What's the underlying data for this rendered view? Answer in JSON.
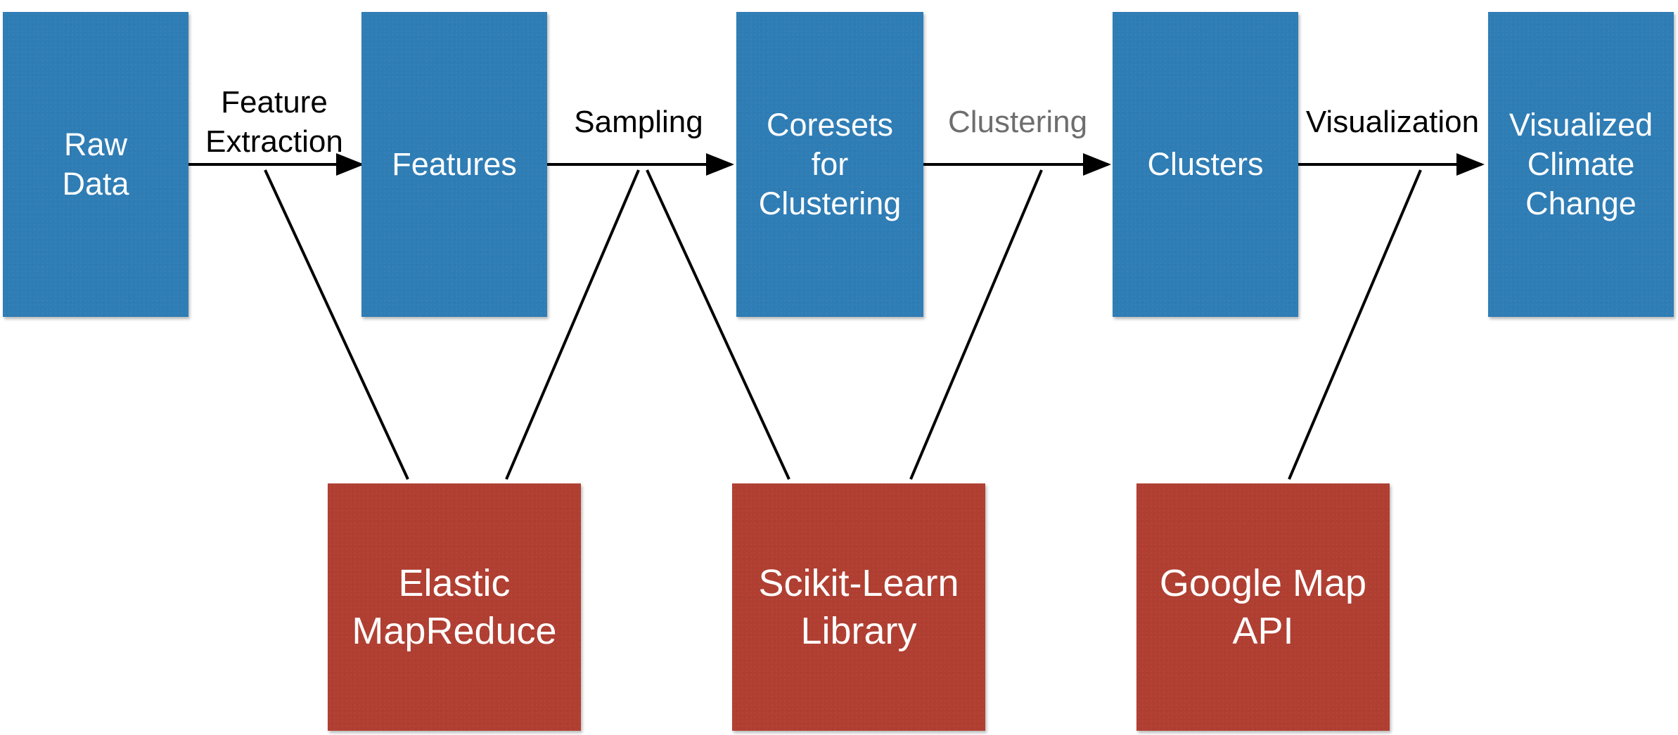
{
  "stages": [
    {
      "id": "raw-data",
      "label": "Raw\nData"
    },
    {
      "id": "features",
      "label": "Features"
    },
    {
      "id": "coresets",
      "label": "Coresets\nfor\nClustering"
    },
    {
      "id": "clusters",
      "label": "Clusters"
    },
    {
      "id": "visualized",
      "label": "Visualized\nClimate\nChange"
    }
  ],
  "edges": [
    {
      "id": "feature-extraction",
      "label": "Feature\nExtraction"
    },
    {
      "id": "sampling",
      "label": "Sampling"
    },
    {
      "id": "clustering",
      "label": "Clustering"
    },
    {
      "id": "visualization",
      "label": "Visualization"
    }
  ],
  "tools": [
    {
      "id": "elastic-mapreduce",
      "label": "Elastic\nMapReduce"
    },
    {
      "id": "scikit-learn",
      "label": "Scikit-Learn\nLibrary"
    },
    {
      "id": "google-map-api",
      "label": "Google Map\nAPI"
    }
  ],
  "colors": {
    "stage_fill": "#2f7db5",
    "tool_fill": "#b03f32",
    "line": "#000000",
    "muted_label": "#6e6e6e"
  }
}
